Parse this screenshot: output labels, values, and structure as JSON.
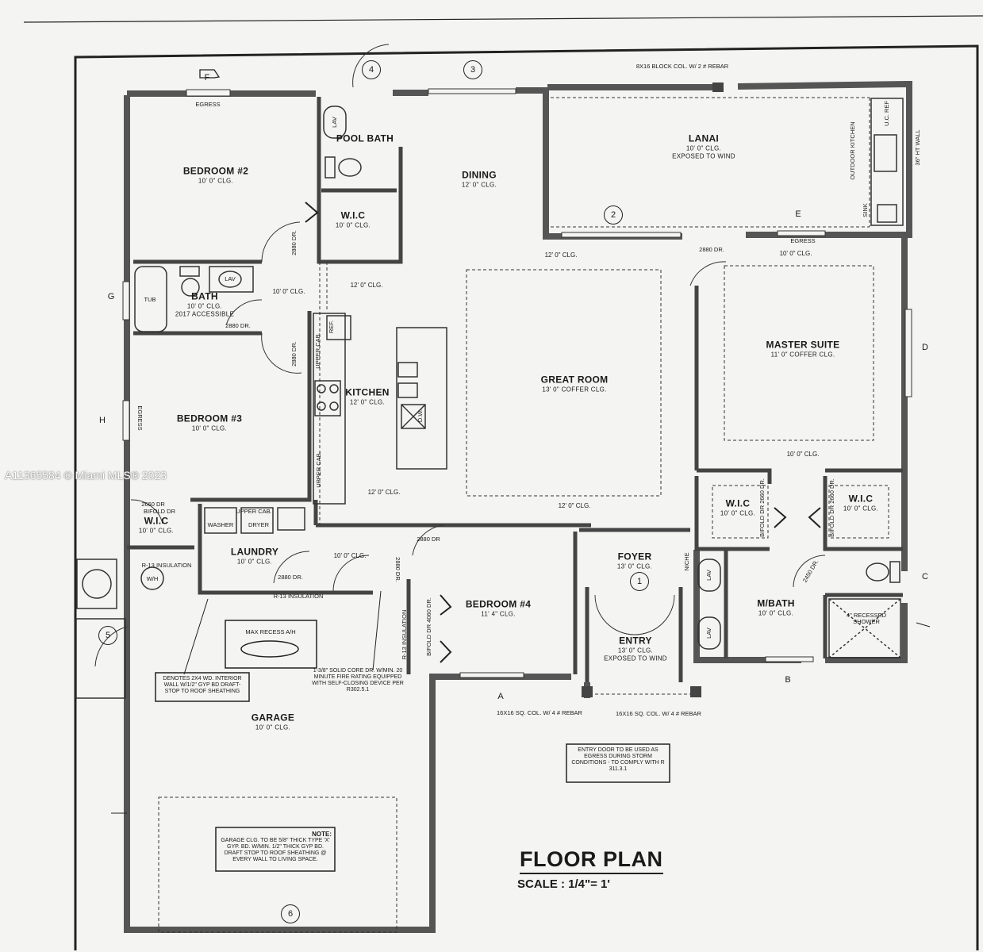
{
  "watermark": "A11365584 © Miami MLS® 2023",
  "title": "FLOOR PLAN",
  "scale": "SCALE : 1/4\"= 1'",
  "rooms": {
    "bedroom2": {
      "name": "BEDROOM #2",
      "clg": "10' 0\" CLG."
    },
    "pool_bath": {
      "name": "POOL BATH"
    },
    "wic_top": {
      "name": "W.I.C",
      "clg": "10' 0\" CLG."
    },
    "dining": {
      "name": "DINING",
      "clg": "12' 0\" CLG."
    },
    "lanai": {
      "name": "LANAI",
      "clg": "10' 0\" CLG.",
      "sub": "EXPOSED TO WIND"
    },
    "bath": {
      "name": "BATH",
      "clg": "10' 0\" CLG.",
      "sub": "2017 ACCESSIBLE"
    },
    "kitchen": {
      "name": "KITCHEN",
      "clg": "12' 0\" CLG."
    },
    "great_room": {
      "name": "GREAT ROOM",
      "clg": "13' 0\" COFFER CLG."
    },
    "master_suite": {
      "name": "MASTER SUITE",
      "clg": "11' 0\" COFFER CLG."
    },
    "bedroom3": {
      "name": "BEDROOM #3",
      "clg": "10' 0\" CLG."
    },
    "wic_left": {
      "name": "W.I.C",
      "clg": "10' 0\" CLG."
    },
    "laundry": {
      "name": "LAUNDRY",
      "clg": "10' 0\" CLG."
    },
    "bedroom4": {
      "name": "BEDROOM #4",
      "clg": "11' 4\" CLG."
    },
    "foyer": {
      "name": "FOYER",
      "clg": "13' 0\" CLG."
    },
    "entry": {
      "name": "ENTRY",
      "clg": "13' 0\" CLG.",
      "sub": "EXPOSED TO WIND"
    },
    "wic_m1": {
      "name": "W.I.C",
      "clg": "10' 0\" CLG."
    },
    "wic_m2": {
      "name": "W.I.C",
      "clg": "10' 0\" CLG."
    },
    "mbath": {
      "name": "M/BATH",
      "clg": "10' 0\" CLG."
    },
    "garage": {
      "name": "GARAGE",
      "clg": "10' 0\" CLG."
    }
  },
  "ceilings": {
    "hall_a": "10' 0\" CLG.",
    "hall_b": "12' 0\" CLG.",
    "hall_c": "12' 0\" CLG.",
    "hall_d": "10' 0\" CLG.",
    "hall_e": "12' 0\" CLG.",
    "hall_f": "12' 0\" CLG.",
    "hall_g": "10' 0\" CLG.",
    "hall_h": "10' 0\" CLG.",
    "hall_i": "10' 0\" CLG."
  },
  "doors": {
    "d1": "2880 DR.",
    "d2": "2880 DR.",
    "d3": "2880 DR.",
    "d4": "2880 DR",
    "d5": "2880 DR.",
    "d6": "2880 DR.",
    "d7": "2880 DR.",
    "d8": "2660 DR",
    "d9": "BIFOLD DR",
    "d10": "2450 DR."
  },
  "labels": {
    "egress_top": "EGRESS",
    "egress_left": "EGRESS",
    "egress_right": "EGRESS",
    "tub": "TUB",
    "lav": "LAV",
    "upper_cab": "UPPER CAB.",
    "upper_cab2": "UPPER CAB.",
    "ref": "REF.",
    "dw": "D.W.",
    "washer": "WASHER",
    "dryer": "DRYER",
    "upper_cab_laundry": "UPPER CAB.",
    "wh": "W/H",
    "insulation1": "R-13 INSULATION",
    "insulation2": "R-13 INSULATION",
    "insulation3": "R-13 INSULATION",
    "bifold_b4": "BIFOLD DR 4060 DR.",
    "bifold_m1": "BIFOLD DR 2660 DR.",
    "bifold_m2": "BIFOLD DR 2660 DR.",
    "niche": "NICHE",
    "recessed_shower": "4\" RECESSED SHOWER",
    "outdoor_kitchen": "OUTDOOR KITCHEN",
    "uc_ref": "U.C. REF",
    "sink": "SINK",
    "ht_wall": "36\" HT WALL",
    "max_recess": "MAX RECESS A/H",
    "block_col": "8X16 BLOCK COL. W/ 2 # REBAR",
    "col_a": "16X16 SQ. COL. W/ 4 # REBAR",
    "col_b": "16X16 SQ. COL. W/ 4 # REBAR",
    "door_note": "1-3/8\" SOLID CORE DR. W/MIN. 20 MINUTE FIRE RATING EQUIPPED WITH SELF-CLOSING DEVICE PER R302.5.1",
    "wall_note": "DENOTES 2X4 WD. INTERIOR WALL W/1/2\" GYP BD DRAFT-STOP TO ROOF SHEATHING",
    "entry_note": "ENTRY DOOR TO BE USED AS EGRESS DURING STORM CONDITIONS - TO COMPLY WITH R 311.3.1",
    "garage_note_title": "NOTE:",
    "garage_note": "GARAGE CLG. TO BE 5/8\" THICK TYPE 'X' GYP. BD. W/MIN. 1/2\" THICK GYP BD. DRAFT STOP TO ROOF SHEATHING @ EVERY WALL TO LIVING SPACE."
  },
  "grid_markers": [
    "F",
    "4",
    "3",
    "2",
    "E",
    "G",
    "D",
    "H",
    "C",
    "5",
    "A",
    "B",
    "6",
    "1"
  ]
}
